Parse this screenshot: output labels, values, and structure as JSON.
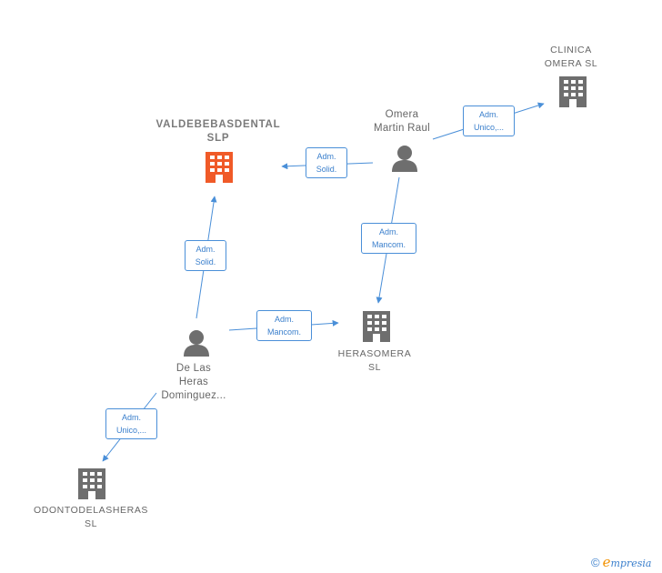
{
  "companies": {
    "valdebebas": {
      "name": "VALDEBEBASDENTAL\nSLP",
      "icon": "building-icon",
      "color": "#f05a28"
    },
    "clinica": {
      "name": "CLINICA\nOMERA  SL",
      "icon": "building-icon",
      "color": "#6e6e6e"
    },
    "herasomera": {
      "name": "HERASOMERA\nSL",
      "icon": "building-icon",
      "color": "#6e6e6e"
    },
    "odonto": {
      "name": "ODONTODELASHERAS\nSL",
      "icon": "building-icon",
      "color": "#6e6e6e"
    }
  },
  "persons": {
    "omera": {
      "name": "Omera\nMartin Raul",
      "icon": "person-icon",
      "color": "#6e6e6e"
    },
    "delasheras": {
      "name": "De Las\nHeras\nDominguez...",
      "icon": "person-icon",
      "color": "#6e6e6e"
    }
  },
  "edges": {
    "omera_valdebebas": "Adm.\nSolid.",
    "omera_clinica": "Adm.\nUnico,...",
    "omera_herasomera": "Adm.\nMancom.",
    "delasheras_valdebebas": "Adm.\nSolid.",
    "delasheras_herasomera": "Adm.\nMancom.",
    "delasheras_odonto": "Adm.\nUnico,..."
  },
  "edge_color": "#4a8fd8",
  "footer": {
    "copyright": "©",
    "brand_first": "e",
    "brand_rest": "mpresia"
  }
}
